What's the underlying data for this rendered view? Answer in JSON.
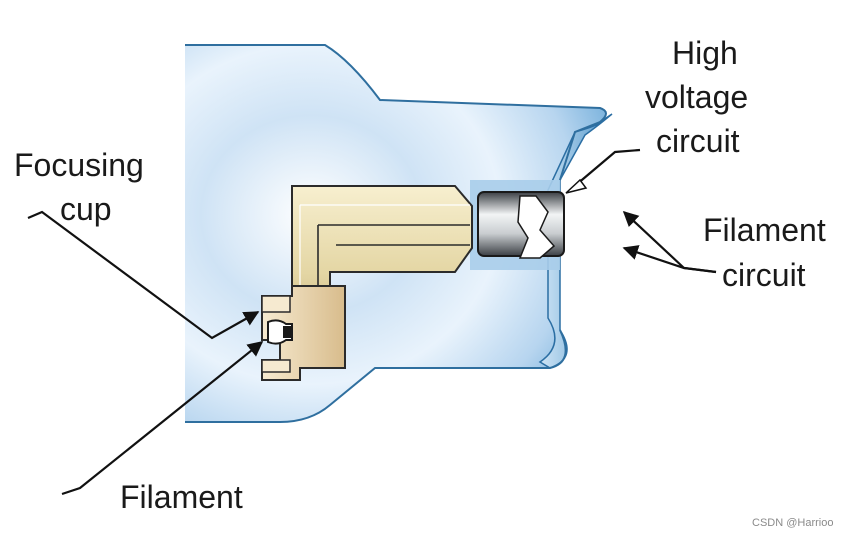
{
  "labels": {
    "focusing_cup_line1": "Focusing",
    "focusing_cup_line2": "cup",
    "filament": "Filament",
    "high_voltage_line1": "High",
    "high_voltage_line2": "voltage",
    "high_voltage_line3": "circuit",
    "filament_circuit_line1": "Filament",
    "filament_circuit_line2": "circuit"
  },
  "watermark": "CSDN @Harrioo",
  "colors": {
    "glass_light": "#e8f2fb",
    "glass_mid": "#b9d6ef",
    "glass_edge": "#5b9fd0",
    "outline": "#2b2b2b",
    "stem_light": "#efe6c2",
    "stem_dark": "#b9a674",
    "cup_light": "#f3e3bb",
    "cup_dark": "#d6b98a",
    "socket_metal": "#9aa1a6"
  }
}
